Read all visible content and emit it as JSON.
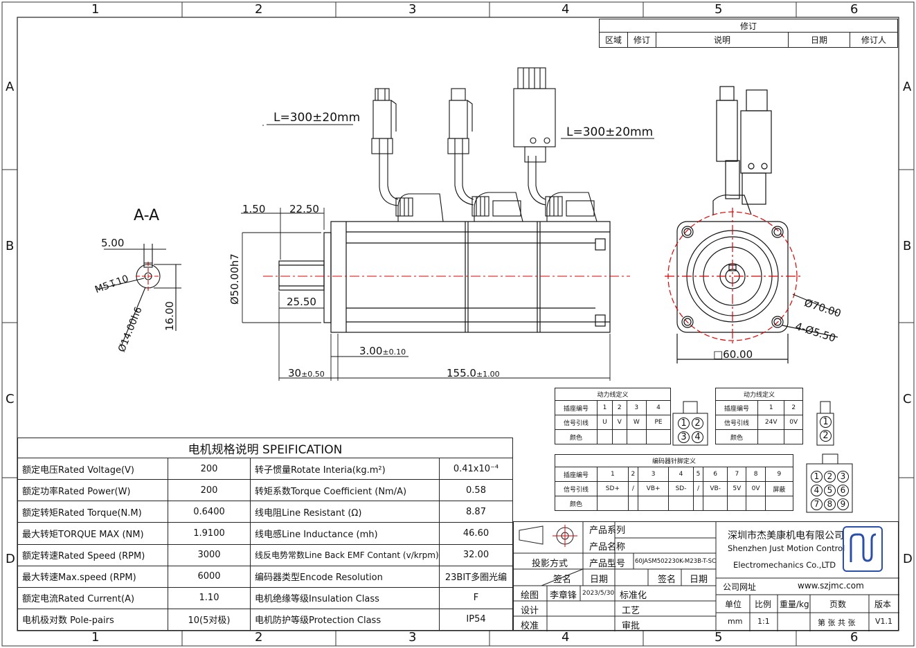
{
  "border": {
    "col_labels": [
      "1",
      "2",
      "3",
      "4",
      "5",
      "6"
    ],
    "row_labels": [
      "A",
      "B",
      "C",
      "D"
    ]
  },
  "revision": {
    "title": "修订",
    "headers": [
      "区域",
      "修订",
      "说明",
      "日期",
      "修订人"
    ]
  },
  "front_view": {
    "cable_left": "L=300±20mm",
    "cable_right": "L=300±20mm",
    "dims": {
      "d150": "1.50",
      "d2250": "22.50",
      "d50": "Ø50.00h7",
      "d2550": "25.50",
      "d300": "3.00",
      "d300_tol": "±0.10",
      "d30": "30",
      "d30_tol": "±0.50",
      "d155": "155.0",
      "d155_tol": "±1.00"
    }
  },
  "section": {
    "title": "A-A",
    "d500": "5.00",
    "m5": "M5↧10",
    "d14": "Ø14.00h6",
    "d16": "16.00"
  },
  "end_view": {
    "d70": "Ø70.00",
    "holes": "4-Ø5.50",
    "square": "□60.00"
  },
  "power_table": {
    "title": "动力线定义",
    "rows": [
      [
        "插座编号",
        "1",
        "2",
        "3",
        "4"
      ],
      [
        "信号引线",
        "U",
        "V",
        "W",
        "PE"
      ],
      [
        "颜色",
        "",
        "",
        "",
        ""
      ]
    ],
    "pins": [
      "1",
      "2",
      "3",
      "4"
    ]
  },
  "brake_table": {
    "title": "动力线定义",
    "rows": [
      [
        "插座编号",
        "1",
        "2"
      ],
      [
        "信号引线",
        "24V",
        "0V"
      ],
      [
        "颜色",
        "",
        ""
      ]
    ],
    "pins": [
      "1",
      "2"
    ]
  },
  "encoder_table": {
    "title": "编码器针脚定义",
    "rows": [
      [
        "插座编号",
        "1",
        "2",
        "3",
        "4",
        "5",
        "6",
        "7",
        "8",
        "9"
      ],
      [
        "信号引线",
        "SD+",
        "/",
        "VB+",
        "SD-",
        "/",
        "VB-",
        "5V",
        "0V",
        "屏蔽"
      ],
      [
        "颜色",
        "",
        "",
        "",
        "",
        "",
        "",
        "",
        "",
        ""
      ]
    ],
    "pins": [
      "1",
      "2",
      "3",
      "4",
      "5",
      "6",
      "7",
      "8",
      "9"
    ]
  },
  "spec": {
    "title": "电机规格说明 SPEIFICATION",
    "rows": [
      [
        "额定电压Rated Voltage(V)",
        "200",
        "转子惯量Rotate Interia(kg.m²)",
        "0.41x10⁻⁴"
      ],
      [
        "额定功率Rated Power(W)",
        "200",
        "转矩系数Torque Coefficient (Nm/A)",
        "0.58"
      ],
      [
        "额定转矩Rated Torque(N.M)",
        "0.6400",
        "线电阻Line Resistant (Ω)",
        "8.87"
      ],
      [
        "最大转矩TORQUE MAX (NM)",
        "1.9100",
        "线电感Line Inductance (mh)",
        "46.60"
      ],
      [
        "额定转速Rated Speed (RPM)",
        "3000",
        "线反电势常数Line Back EMF Contant (v/krpm)",
        "32.00"
      ],
      [
        "最大转速Max.speed (RPM)",
        "6000",
        "编码器类型Encode Resolution",
        "23BIT多圈光编"
      ],
      [
        "额定电流Rated Current(A)",
        "1.10",
        "电机绝缘等级Insulation Class",
        "F"
      ],
      [
        "电机极对数 Pole-pairs",
        "10(5对极)",
        "电机防护等级Protection Class",
        "IP54"
      ]
    ]
  },
  "title_block": {
    "product_series": "产品系列",
    "product_name": "产品名称",
    "projection": "投影方式",
    "product_model": "产品型号",
    "model_value": "60JASM502230K-M23B-T-SC",
    "sign": "签名",
    "date": "日期",
    "sign2": "签名",
    "date2": "日期",
    "draw": "绘图",
    "drawer": "李章锋",
    "draw_date": "2023/5/30",
    "standard": "标准化",
    "design": "设计",
    "craft": "工艺",
    "check": "校准",
    "approve": "审批",
    "company_cn": "深圳市杰美康机电有限公司",
    "company_en1": "Shenzhen Just Motion Control",
    "company_en2": "Electromechanics Co.,LTD",
    "site_label": "公司网址",
    "site": "www.szjmc.com",
    "unit": "单位",
    "scale": "比例",
    "weight": "重量/kg",
    "pages": "页数",
    "version": "版本",
    "unit_val": "mm",
    "scale_val": "1:1",
    "pages_val": "第 张 共 张",
    "version_val": "V1.1"
  }
}
